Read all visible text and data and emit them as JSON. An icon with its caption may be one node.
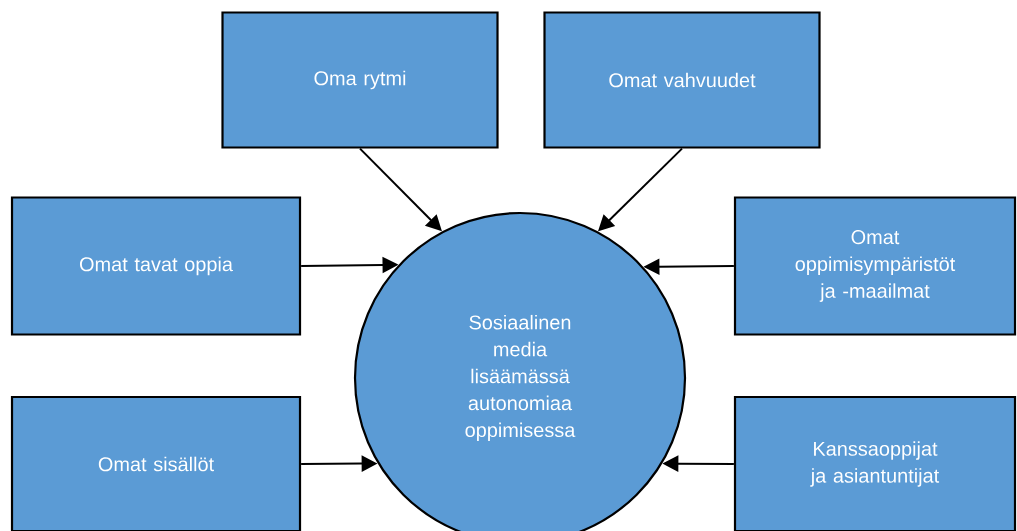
{
  "diagram": {
    "nodes": [
      {
        "text": [
          "Oma rytmi"
        ]
      },
      {
        "text": [
          "Omat vahvuudet"
        ]
      },
      {
        "text": [
          "Omat tavat oppia"
        ]
      },
      {
        "text": [
          "Omat oppimisympäristöt ja -maailmat"
        ]
      },
      {
        "text": [
          "Sosiaalinen media lisäämässä autonomiaa oppimisessa"
        ]
      },
      {
        "text": [
          "Omat sisällöt"
        ]
      },
      {
        "text": [
          "Kanssaoppijat ja asiantuntijat"
        ]
      }
    ],
    "edges": [
      {
        "from": 0,
        "to": 4,
        "arrow": "to"
      },
      {
        "from": 1,
        "to": 4,
        "arrow": "to"
      },
      {
        "from": 2,
        "to": 4,
        "arrow": "to"
      },
      {
        "from": 3,
        "to": 4,
        "arrow": "to"
      },
      {
        "from": 5,
        "to": 4,
        "arrow": "to"
      },
      {
        "from": 6,
        "to": 4,
        "arrow": "to"
      }
    ]
  }
}
